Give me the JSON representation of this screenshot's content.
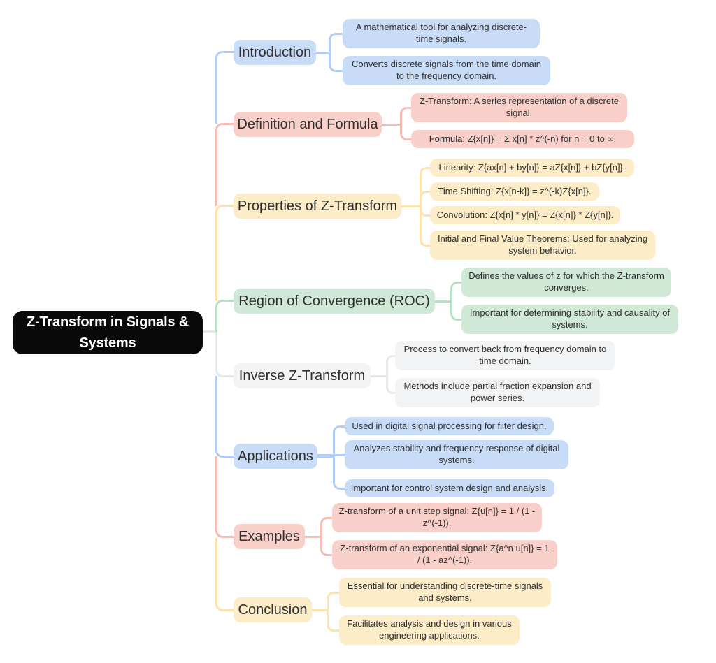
{
  "root": {
    "label": "Z-Transform in Signals & Systems"
  },
  "palette": {
    "root_fill": "#0a0a0a",
    "root_text": "#ffffff",
    "text": "#2e2e2e",
    "blue_fill": "#c9dcf7",
    "blue_line": "#b6cdf3",
    "pink_fill": "#f8cfc9",
    "pink_line": "#f4bcb3",
    "yellow_fill": "#fdecc8",
    "yellow_line": "#fbe3ab",
    "green_fill": "#cfe9d6",
    "green_line": "#b9dfc6",
    "gray_fill": "#f2f3f4",
    "gray_line": "#e6e8ea"
  },
  "branches": [
    {
      "label": "Introduction",
      "color": "blue",
      "leaves": [
        "A mathematical tool for analyzing discrete-time signals.",
        "Converts discrete signals from the time domain to the frequency domain."
      ]
    },
    {
      "label": "Definition and Formula",
      "color": "pink",
      "leaves": [
        "Z-Transform: A series representation of a discrete signal.",
        "Formula: Z{x[n]} = Σ x[n] * z^(-n) for n = 0 to ∞."
      ]
    },
    {
      "label": "Properties of Z-Transform",
      "color": "yellow",
      "leaves": [
        "Linearity: Z{ax[n] + by[n]} = aZ{x[n]} + bZ{y[n]}.",
        "Time Shifting: Z{x[n-k]} = z^(-k)Z{x[n]}.",
        "Convolution: Z{x[n] * y[n]} = Z{x[n]} * Z{y[n]}.",
        "Initial and Final Value Theorems: Used for analyzing system behavior."
      ]
    },
    {
      "label": "Region of Convergence (ROC)",
      "color": "green",
      "leaves": [
        "Defines the values of z for which the Z-transform converges.",
        "Important for determining stability and causality of systems."
      ]
    },
    {
      "label": "Inverse Z-Transform",
      "color": "gray",
      "leaves": [
        "Process to convert back from frequency domain to time domain.",
        "Methods include partial fraction expansion and power series."
      ]
    },
    {
      "label": "Applications",
      "color": "blue",
      "leaves": [
        "Used in digital signal processing for filter design.",
        "Analyzes stability and frequency response of digital systems.",
        "Important for control system design and analysis."
      ]
    },
    {
      "label": "Examples",
      "color": "pink",
      "leaves": [
        "Z-transform of a unit step signal: Z{u[n]} = 1 / (1 - z^(-1)).",
        "Z-transform of an exponential signal: Z{a^n u[n]} = 1 / (1 - az^(-1))."
      ]
    },
    {
      "label": "Conclusion",
      "color": "yellow",
      "leaves": [
        "Essential for understanding discrete-time signals and systems.",
        "Facilitates analysis and design in various engineering applications."
      ]
    }
  ]
}
